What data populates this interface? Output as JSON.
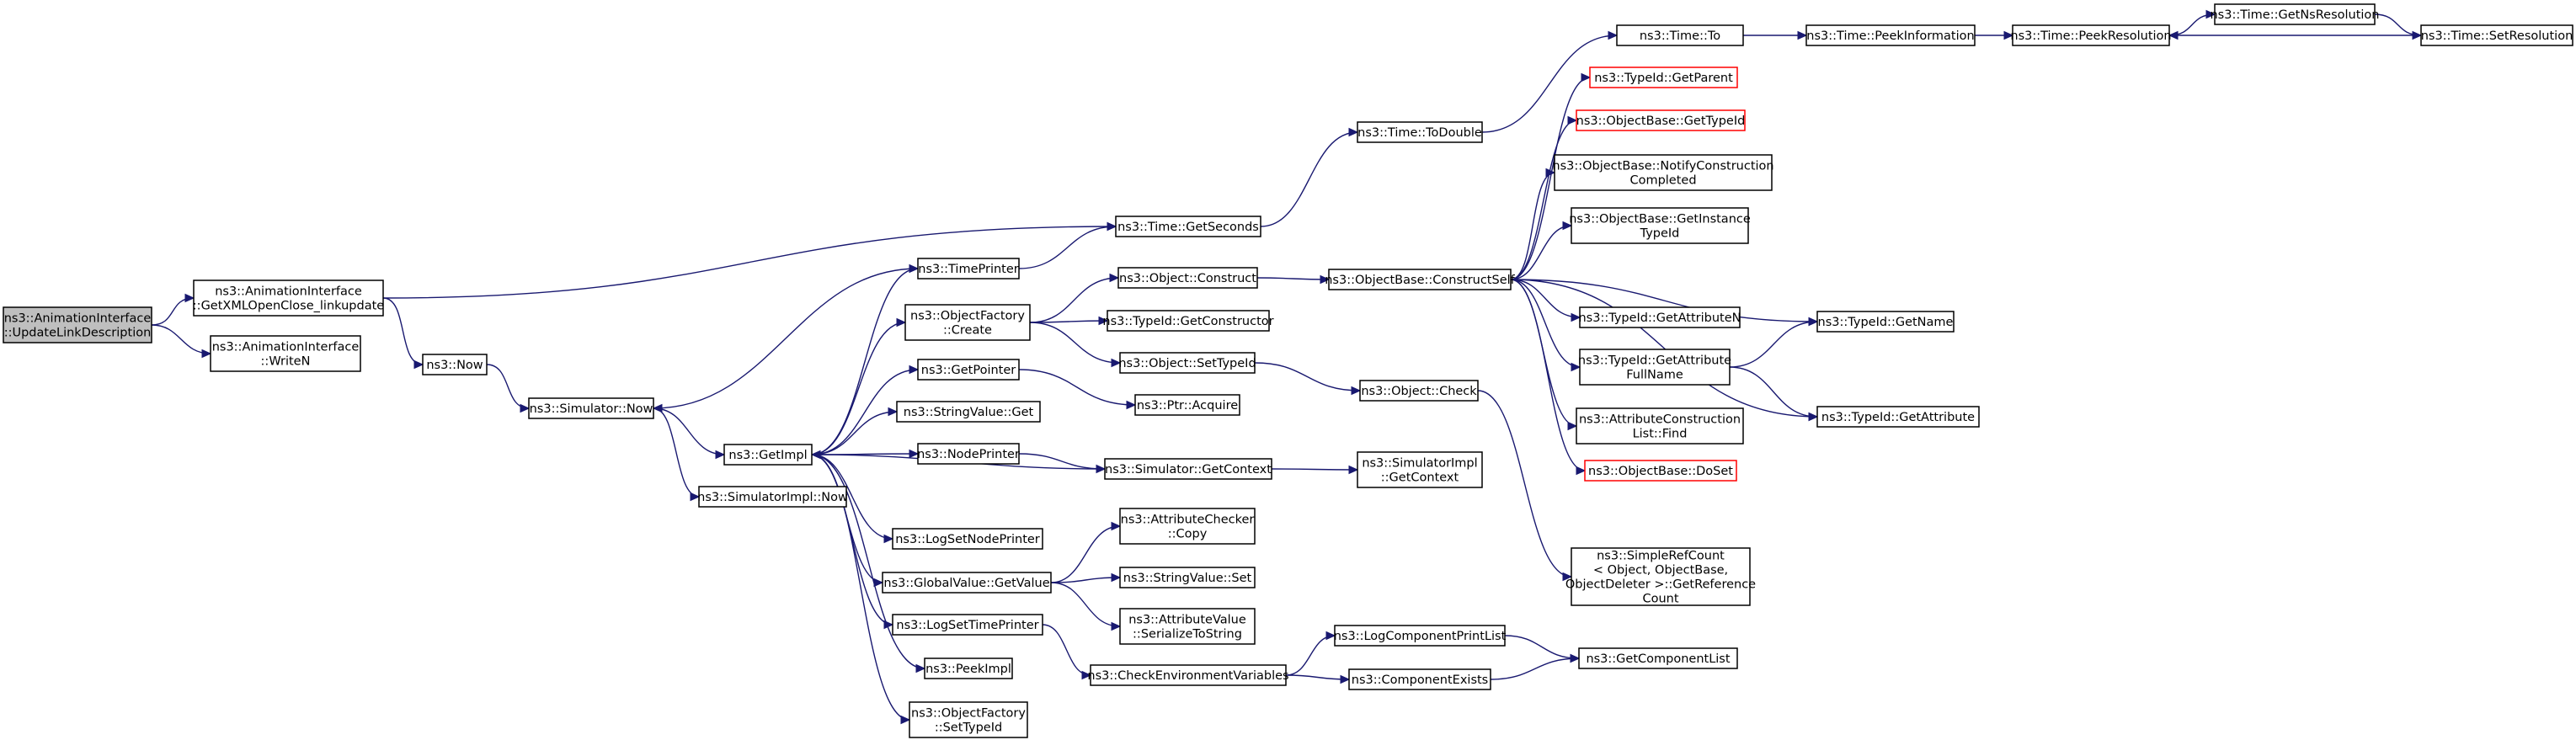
{
  "nodes": {
    "root": [
      "ns3::AnimationInterface",
      "::UpdateLinkDescription"
    ],
    "getxml": [
      "ns3::AnimationInterface",
      "::GetXMLOpenClose_linkupdate"
    ],
    "writen": [
      "ns3::AnimationInterface",
      "::WriteN"
    ],
    "now": [
      "ns3::Now"
    ],
    "simnow": [
      "ns3::Simulator::Now"
    ],
    "simimplnow": [
      "ns3::SimulatorImpl::Now"
    ],
    "getimpl": [
      "ns3::GetImpl"
    ],
    "timeprinter": [
      "ns3::TimePrinter"
    ],
    "objfactcreate": [
      "ns3::ObjectFactory",
      "::Create"
    ],
    "getpointer": [
      "ns3::GetPointer"
    ],
    "stringvalueget": [
      "ns3::StringValue::Get"
    ],
    "nodeprinter": [
      "ns3::NodePrinter"
    ],
    "logsetnodeprinter": [
      "ns3::LogSetNodePrinter"
    ],
    "globalvaluegetvalue": [
      "ns3::GlobalValue::GetValue"
    ],
    "logsettimeprinter": [
      "ns3::LogSetTimePrinter"
    ],
    "peekimpl": [
      "ns3::PeekImpl"
    ],
    "objfactsettypeid": [
      "ns3::ObjectFactory",
      "::SetTypeId"
    ],
    "timegetseconds": [
      "ns3::Time::GetSeconds"
    ],
    "objconstruct": [
      "ns3::Object::Construct"
    ],
    "typeidgetconstructor": [
      "ns3::TypeId::GetConstructor"
    ],
    "objsettypeid": [
      "ns3::Object::SetTypeId"
    ],
    "ptracquire": [
      "ns3::Ptr::Acquire"
    ],
    "simgetcontext": [
      "ns3::Simulator::GetContext"
    ],
    "attrcheckercopy": [
      "ns3::AttributeChecker",
      "::Copy"
    ],
    "stringvalueset": [
      "ns3::StringValue::Set"
    ],
    "attrvalueserialize": [
      "ns3::AttributeValue",
      "::SerializeToString"
    ],
    "checkenv": [
      "ns3::CheckEnvironmentVariables"
    ],
    "timetodouble": [
      "ns3::Time::ToDouble"
    ],
    "objbaseconstructself": [
      "ns3::ObjectBase::ConstructSelf"
    ],
    "objcheck": [
      "ns3::Object::Check"
    ],
    "simimplgetcontext": [
      "ns3::SimulatorImpl",
      "::GetContext"
    ],
    "logcompprintlist": [
      "ns3::LogComponentPrintList"
    ],
    "componentexists": [
      "ns3::ComponentExists"
    ],
    "timeto": [
      "ns3::Time::To"
    ],
    "typeidgetparent": [
      "ns3::TypeId::GetParent"
    ],
    "objbasegettypeid": [
      "ns3::ObjectBase::GetTypeId"
    ],
    "objbasenotify": [
      "ns3::ObjectBase::NotifyConstruction",
      "Completed"
    ],
    "objbasegetinstance": [
      "ns3::ObjectBase::GetInstance",
      "TypeId"
    ],
    "typeidgetattributen": [
      "ns3::TypeId::GetAttributeN"
    ],
    "typeidgetattrfullname": [
      "ns3::TypeId::GetAttribute",
      "FullName"
    ],
    "attrconstructionlistfind": [
      "ns3::AttributeConstruction",
      "List::Find"
    ],
    "objbasedoset": [
      "ns3::ObjectBase::DoSet"
    ],
    "simplerefcount": [
      "ns3::SimpleRefCount",
      "< Object, ObjectBase,",
      " ObjectDeleter >::GetReference",
      "Count"
    ],
    "getcomponentlist": [
      "ns3::GetComponentList"
    ],
    "timepeekinfo": [
      "ns3::Time::PeekInformation"
    ],
    "timepeekres": [
      "ns3::Time::PeekResolution"
    ],
    "timegetnsres": [
      "ns3::Time::GetNsResolution"
    ],
    "timesetres": [
      "ns3::Time::SetResolution"
    ],
    "typeidgetname": [
      "ns3::TypeId::GetName"
    ],
    "typeidgetattribute": [
      "ns3::TypeId::GetAttribute"
    ]
  },
  "colors": {
    "edge": "#191970",
    "root_fill": "#bfbfbf",
    "border": "#000000",
    "missing_border": "#ff0000"
  }
}
